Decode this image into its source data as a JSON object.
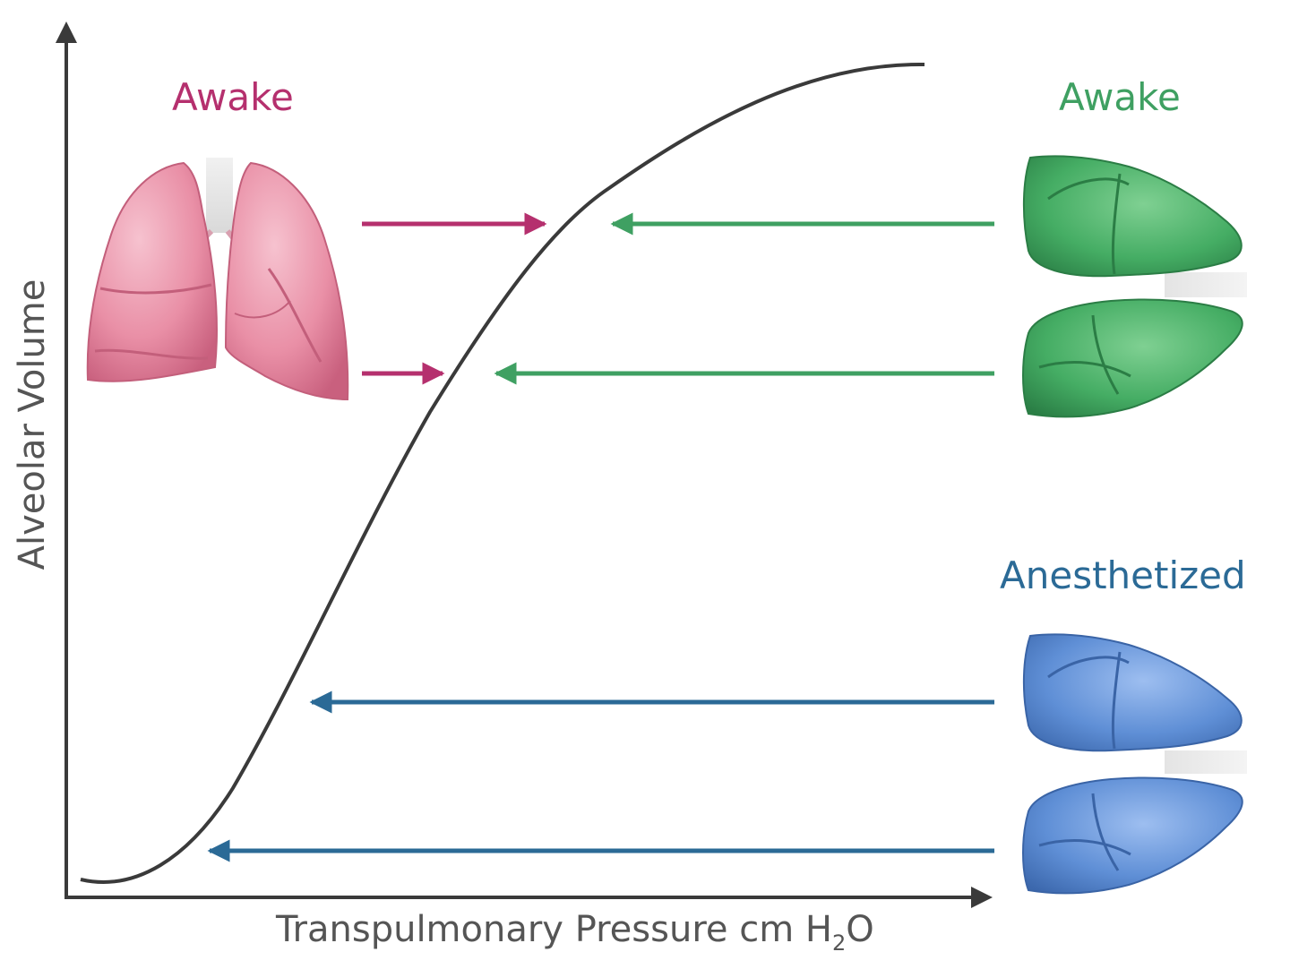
{
  "axes": {
    "x_label_before": "Transpulmonary Pressure cm H",
    "x_label_sub": "2",
    "x_label_after": "O",
    "y_label": "Alveolar Volume"
  },
  "labels": {
    "awake_left": "Awake",
    "awake_right": "Awake",
    "anesthetized": "Anesthetized"
  },
  "colors": {
    "awake_pink": "#b5306e",
    "awake_green": "#3fa062",
    "anesthetized_blue": "#2b6a96",
    "curve": "#3a3a3a",
    "axis": "#3a3a3a",
    "lung_pink": "#e98fa6",
    "lung_green": "#45ad64",
    "lung_blue": "#5f8fd6"
  }
}
